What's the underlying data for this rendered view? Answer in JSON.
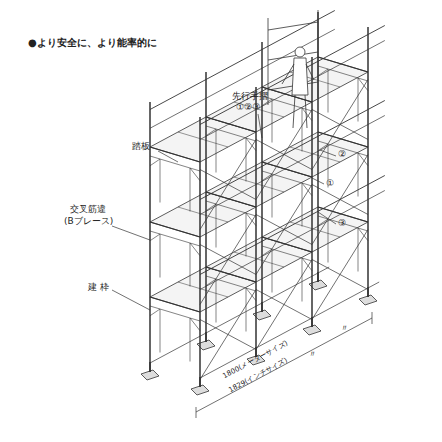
{
  "diagram": {
    "title": "●より安全に、より能率的に",
    "labels": [
      "先行手摺",
      "①②③",
      "踏板",
      "交叉筋違",
      "(Bブレース)",
      "建 枠",
      "②",
      "①",
      "③",
      "〃",
      "〃",
      "1800(メーターサイズ)",
      "1829(インチサイズ)"
    ]
  }
}
